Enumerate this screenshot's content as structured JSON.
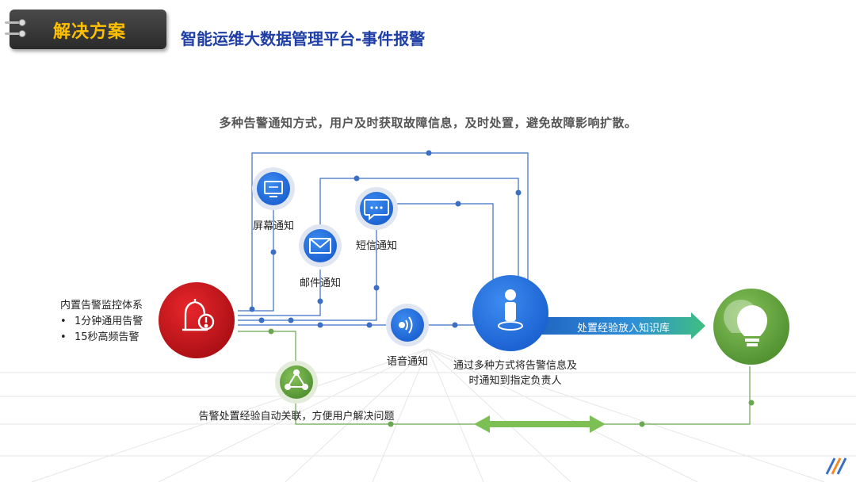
{
  "badge": {
    "label": "解决方案"
  },
  "page_title": "智能运维大数据管理平台-事件报警",
  "subtitle": "多种告警通知方式，用户及时获取故障信息，及时处置，避免故障影响扩散。",
  "nodes": {
    "screen": {
      "label": "屏幕通知",
      "icon": "monitor-icon"
    },
    "mail": {
      "label": "邮件通知",
      "icon": "envelope-icon"
    },
    "sms": {
      "label": "短信通知",
      "icon": "chat-bubble-icon"
    },
    "voice": {
      "label": "语音通知",
      "icon": "sound-wave-icon"
    },
    "alarm": {
      "icon": "alarm-bell-icon"
    },
    "person": {
      "icon": "person-icon"
    },
    "bulb": {
      "icon": "lightbulb-icon"
    },
    "assoc": {
      "label": "告警处置经验自动关联，方便用户解决问题",
      "icon": "network-icon"
    }
  },
  "left_block": {
    "title": "内置告警监控体系",
    "items": [
      "1分钟通用告警",
      "15秒高频告警"
    ]
  },
  "person_desc": [
    "通过多种方式将告警信息及",
    "时通知到指定负责人"
  ],
  "arrow_label": "处置经验放入知识库",
  "colors": {
    "blue": "#3a6fc4",
    "red": "#c8151b",
    "green": "#6aa84f",
    "title": "#1f3fa6",
    "badge_text": "#ffc000"
  }
}
